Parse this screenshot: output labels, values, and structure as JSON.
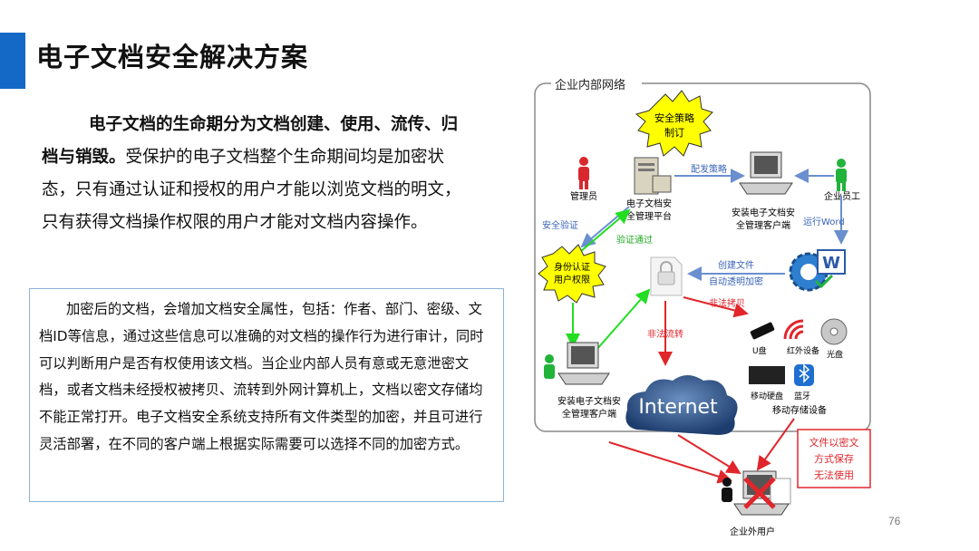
{
  "header": {
    "title": "电子文档安全解决方案"
  },
  "intro": {
    "bold_text": "电子文档的生命期分为文档创建、使用、流传、归档与销毁。",
    "text": "受保护的电子文档整个生命期间均是加密状态，只有通过认证和授权的用户才能以浏览文档的明文，只有获得文档操作权限的用户才能对文档内容操作。"
  },
  "detail": {
    "text": "加密后的文档，会增加文档安全属性，包括：作者、部门、密级、文档ID等信息，通过这些信息可以准确的对文档的操作行为进行审计，同时可以判断用户是否有权使用该文档。当企业内部人员有意或无意泄密文档，或者文档未经授权被拷贝、流转到外网计算机上，文档以密文存储均不能正常打开。电子文档安全系统支持所有文件类型的加密，并且可进行灵活部署，在不同的客户端上根据实际需要可以选择不同的加密方式。"
  },
  "diagram": {
    "network_label": "企业内部网络",
    "policy": [
      "安全策略",
      "制订"
    ],
    "admin": "管理员",
    "platform": [
      "电子文档安",
      "全管理平台"
    ],
    "dispatch": "配发策略",
    "client_top": [
      "安装电子文档安",
      "全管理客户端"
    ],
    "employee": "企业员工",
    "run_word": "运行Word",
    "security_verify": "安全验证",
    "verify_pass": "验证通过",
    "auth": [
      "身份认证",
      "用户权限"
    ],
    "create_file": [
      "创建文件",
      "自动透明加密"
    ],
    "illegal_copy": "非法拷贝",
    "illegal_transfer": "非法流转",
    "usb": "U盘",
    "infrared": "红外设备",
    "disc": "光盘",
    "hdd": "移动硬盘",
    "bluetooth": "蓝牙",
    "storage": "移动存储设备",
    "client_bottom": [
      "安装电子文档安",
      "全管理客户端"
    ],
    "internet": "Internet",
    "warning": [
      "文件以密文",
      "方式保存",
      "无法使用"
    ],
    "external_user": "企业外用户"
  },
  "page_number": "76",
  "colors": {
    "accent": "#1469c7",
    "policy_burst": "#ffff00",
    "arrow_red": "#e0262b",
    "arrow_green": "#22dd22",
    "arrow_blue": "#6a8fcf"
  }
}
